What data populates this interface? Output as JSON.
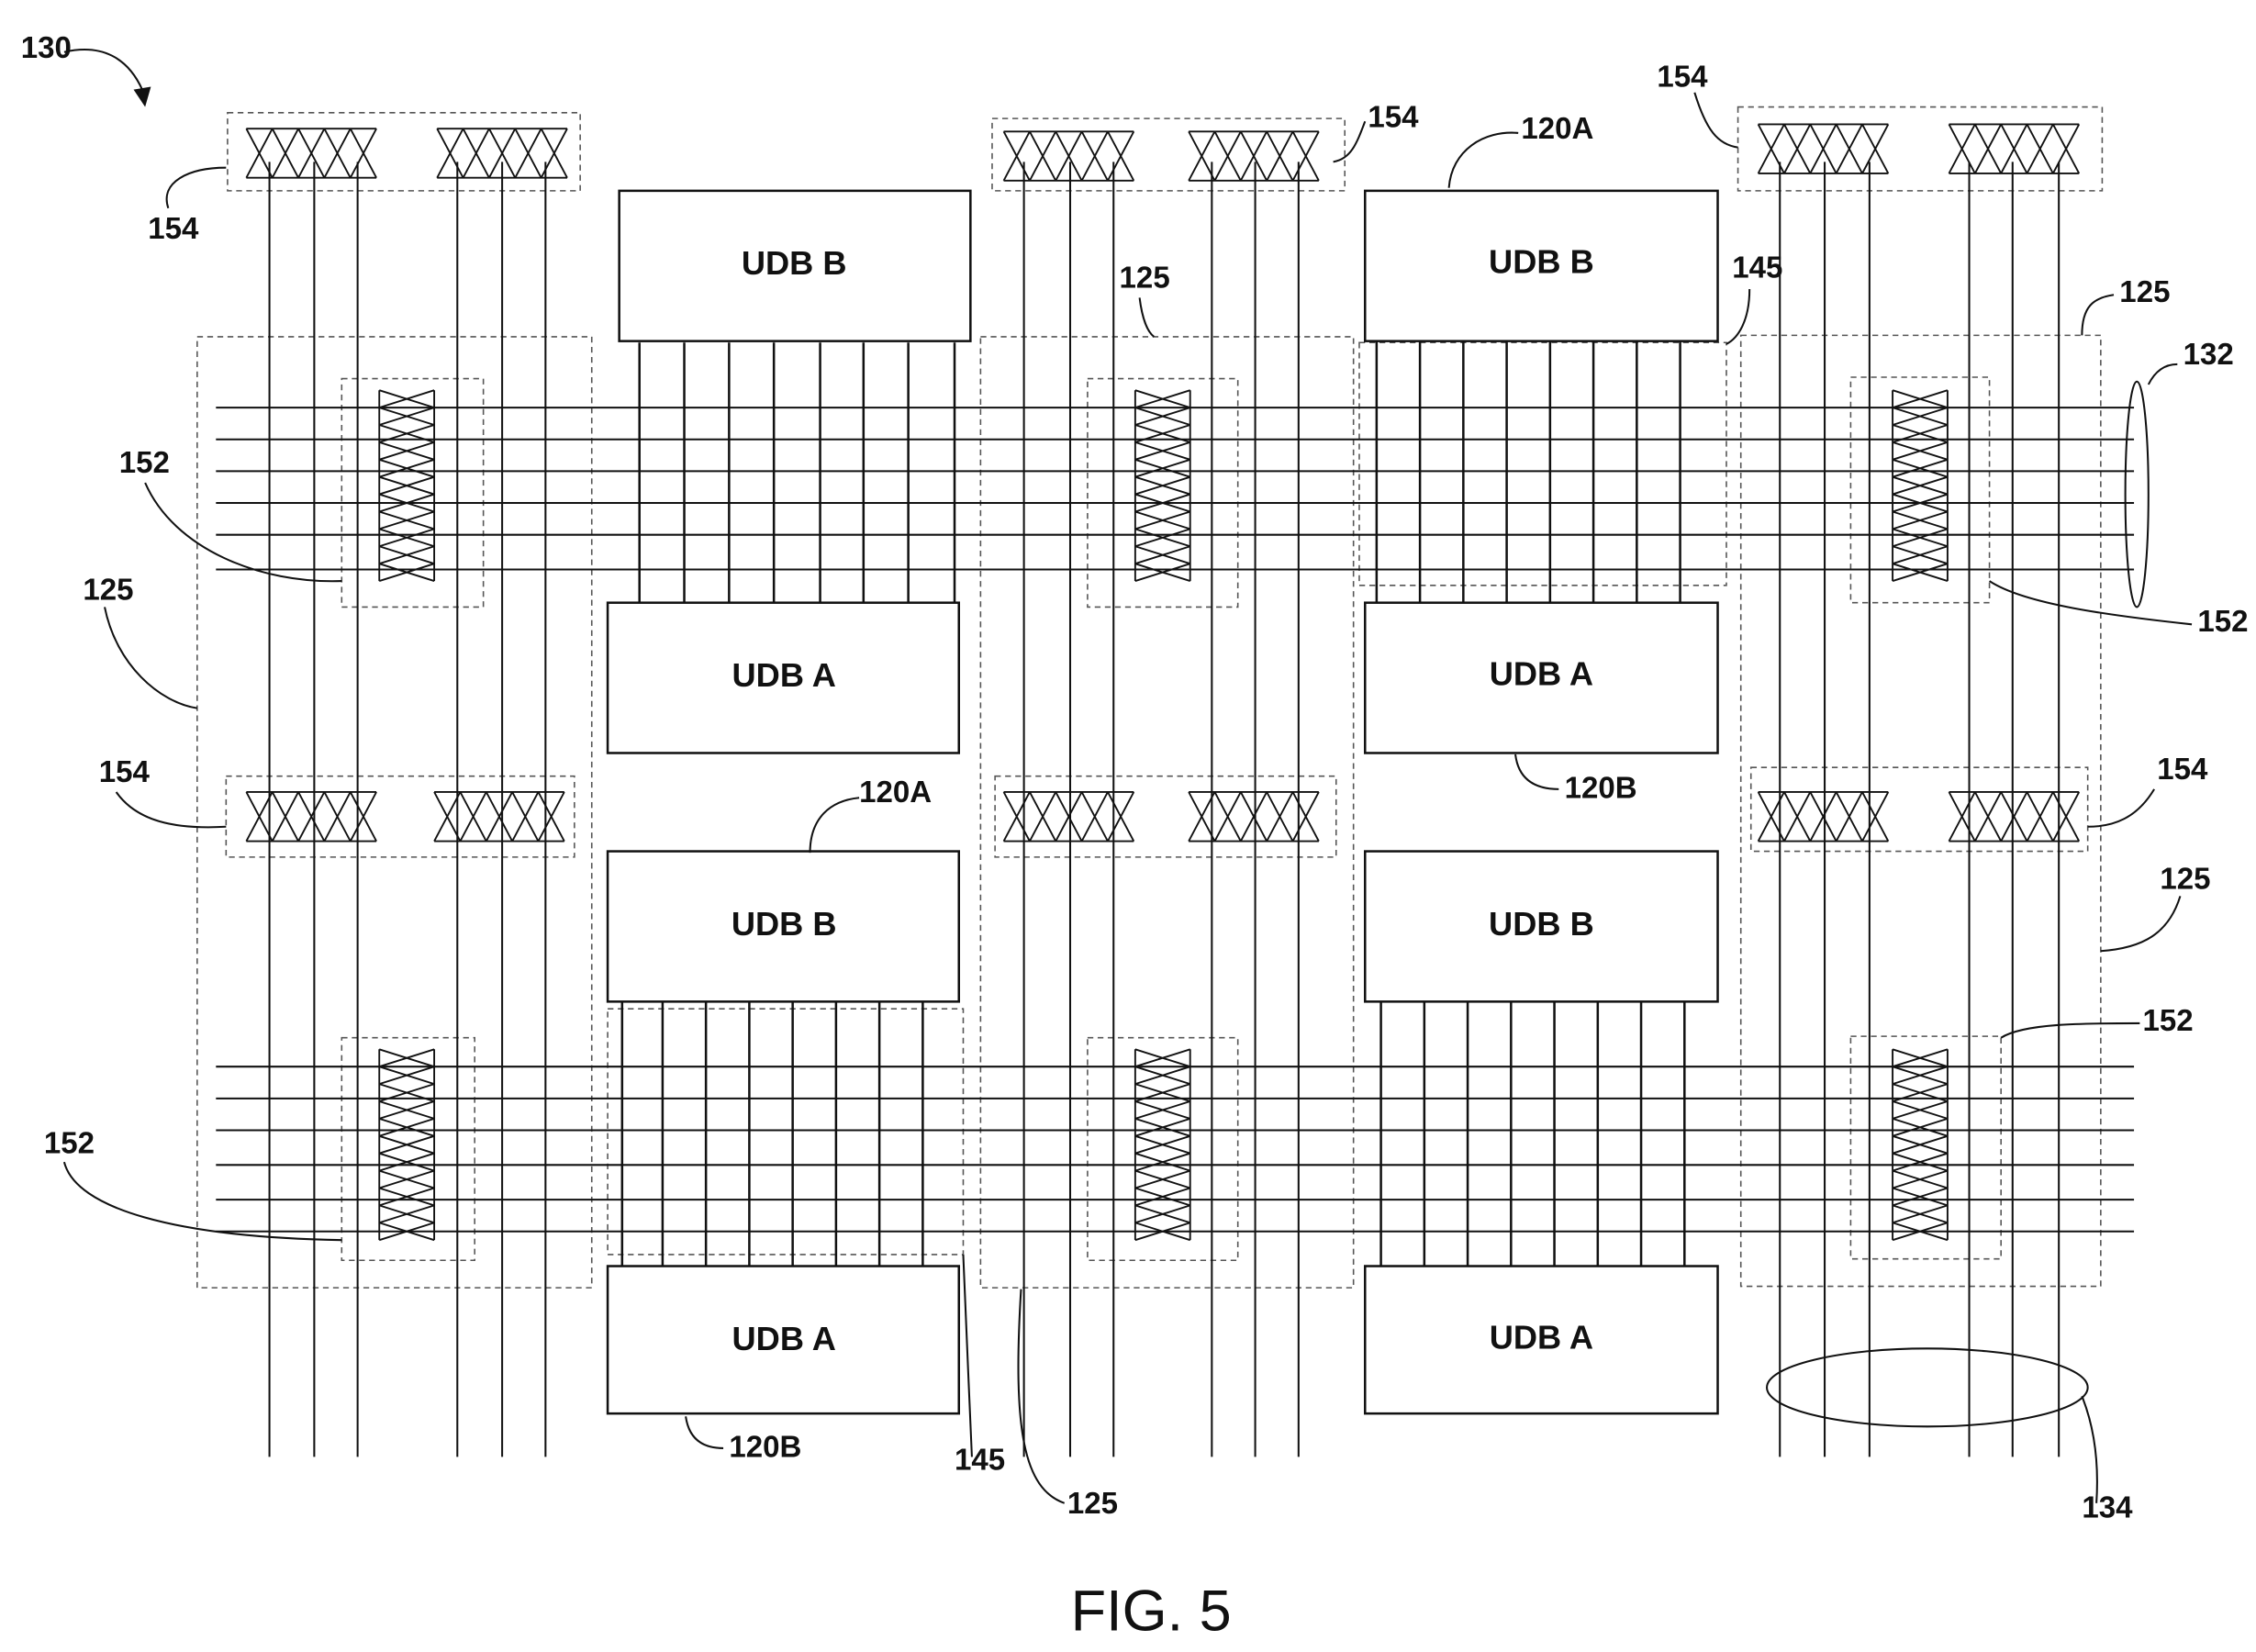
{
  "figure": {
    "caption": "FIG. 5",
    "ref_main": "130"
  },
  "blocks": {
    "udb_a": "UDB A",
    "udb_b": "UDB B"
  },
  "refs": {
    "r154": "154",
    "r152": "152",
    "r125": "125",
    "r145": "145",
    "r120A": "120A",
    "r120B": "120B",
    "r132": "132",
    "r134": "134"
  }
}
